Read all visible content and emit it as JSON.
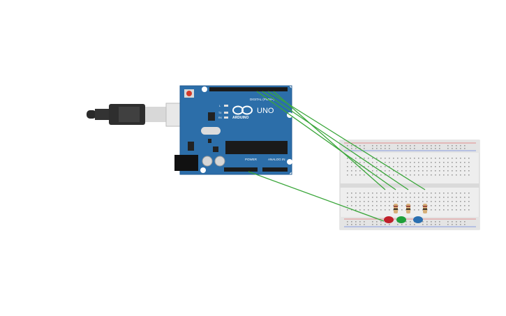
{
  "arduino": {
    "board_name": "UNO",
    "brand": "ARDUINO",
    "label_digital": "DIGITAL (PWM~)",
    "label_power": "POWER",
    "label_analog": "ANALOG IN",
    "label_tx": "TX",
    "label_rx": "RX",
    "label_l": "L"
  },
  "components": {
    "usb_cable": "usb-cable",
    "breadboard": "breadboard-half",
    "leds": [
      "red",
      "green",
      "blue"
    ],
    "resistors": 3,
    "wire_color": "#3aa63a"
  },
  "colors": {
    "board": "#2a6aa8",
    "board_dark": "#1f5a92",
    "led_red": "#c0202a",
    "led_green": "#1fa03a",
    "led_blue": "#2a6fb0",
    "breadboard": "#eeeeee",
    "rail_red": "#e06060",
    "rail_blue": "#6080e0"
  }
}
